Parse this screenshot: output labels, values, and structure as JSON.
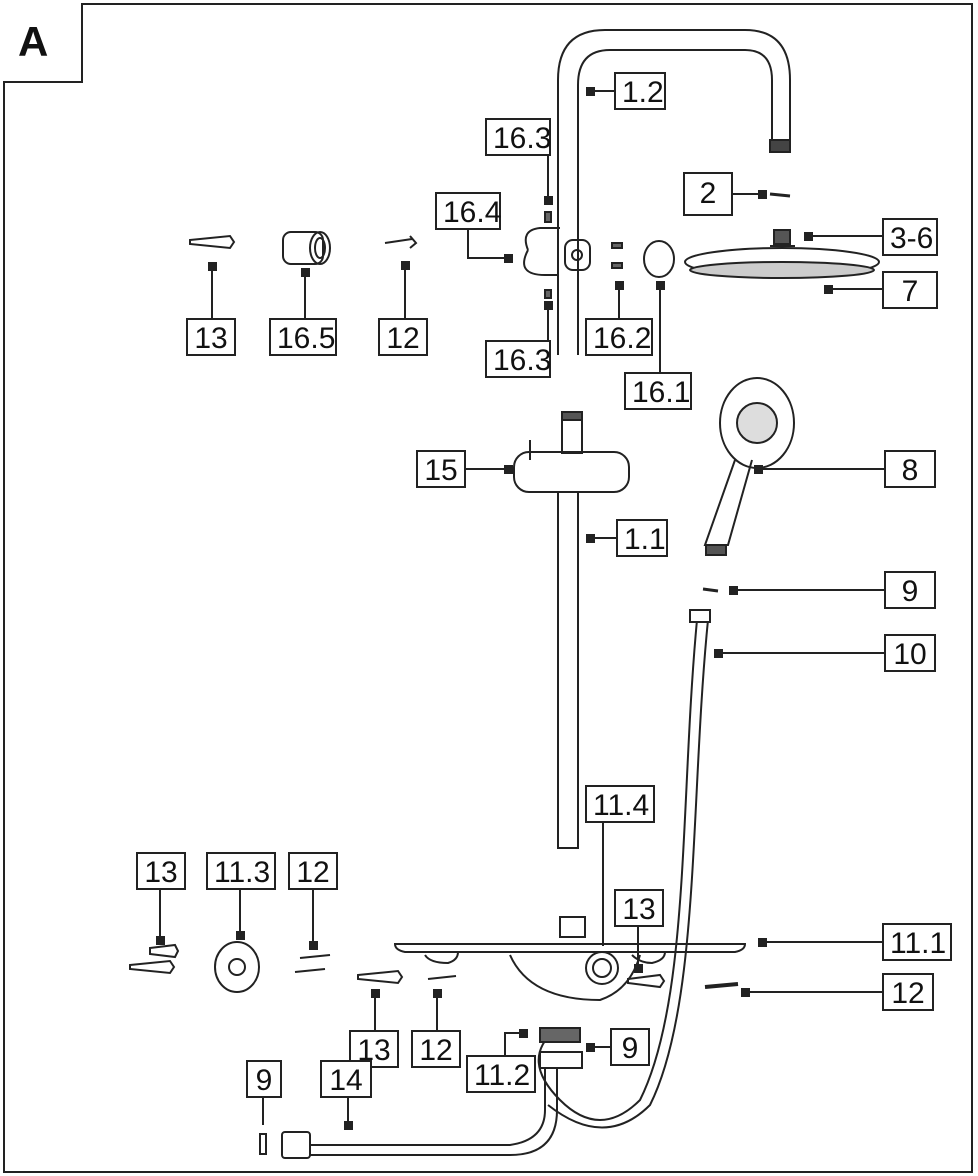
{
  "section_letter": "A",
  "labels": {
    "l_1_2": "1.2",
    "l_16_3_top": "16.3",
    "l_2": "2",
    "l_16_4": "16.4",
    "l_3_6": "3-6",
    "l_7": "7",
    "l_13_top": "13",
    "l_16_5": "16.5",
    "l_12_top": "12",
    "l_16_2": "16.2",
    "l_16_3_bot": "16.3",
    "l_16_1": "16.1",
    "l_15": "15",
    "l_8": "8",
    "l_1_1": "1.1",
    "l_9_top": "9",
    "l_10": "10",
    "l_11_4": "11.4",
    "l_13_left": "13",
    "l_11_3": "11.3",
    "l_12_left": "12",
    "l_13_right": "13",
    "l_11_1": "11.1",
    "l_12_right": "12",
    "l_13_mid": "13",
    "l_12_mid": "12",
    "l_11_2": "11.2",
    "l_9_mid": "9",
    "l_9_bot": "9",
    "l_14": "14"
  }
}
